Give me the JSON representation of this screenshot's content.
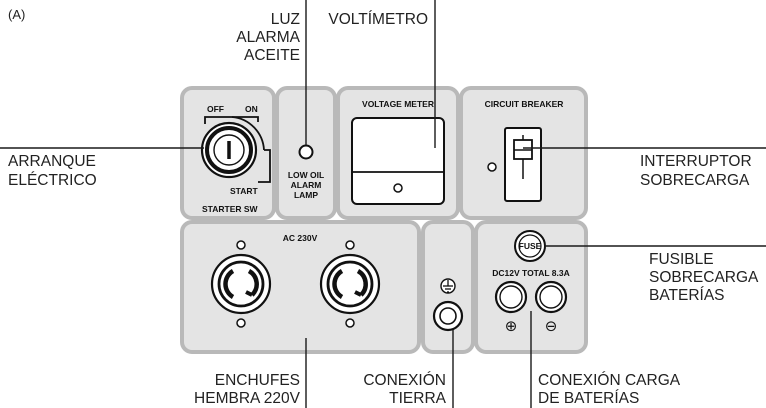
{
  "figure_label": "(A)",
  "colors": {
    "panel_fill": "#e4e4e4",
    "panel_stroke": "#b9b9b9",
    "line": "#1a1a1a",
    "text": "#222222"
  },
  "callouts": {
    "luz_alarma": [
      "LUZ",
      "ALARMA",
      "ACEITE"
    ],
    "voltimetro": [
      "VOLTÍMETRO"
    ],
    "arranque": [
      "ARRANQUE",
      "ELÉCTRICO"
    ],
    "interruptor": [
      "INTERRUPTOR",
      "SOBRECARGA"
    ],
    "fusible": [
      "FUSIBLE",
      "SOBRECARGA",
      "BATERÍAS"
    ],
    "enchufes": [
      "ENCHUFES",
      "HEMBRA 220V"
    ],
    "conexion_tierra": [
      "CONEXIÓN",
      "TIERRA"
    ],
    "conexion_carga": [
      "CONEXIÓN CARGA",
      "DE BATERÍAS"
    ]
  },
  "panel_labels": {
    "off": "OFF",
    "on": "ON",
    "start": "START",
    "starter_sw": "STARTER SW",
    "low_oil": [
      "LOW OIL",
      "ALARM",
      "LAMP"
    ],
    "voltage_meter": "VOLTAGE METER",
    "circuit_breaker": "CIRCUIT BREAKER",
    "ac": "AC 230V",
    "fuse": "FUSE",
    "dc": "DC12V TOTAL 8.3A",
    "plus": "⊕",
    "minus": "⊖"
  }
}
